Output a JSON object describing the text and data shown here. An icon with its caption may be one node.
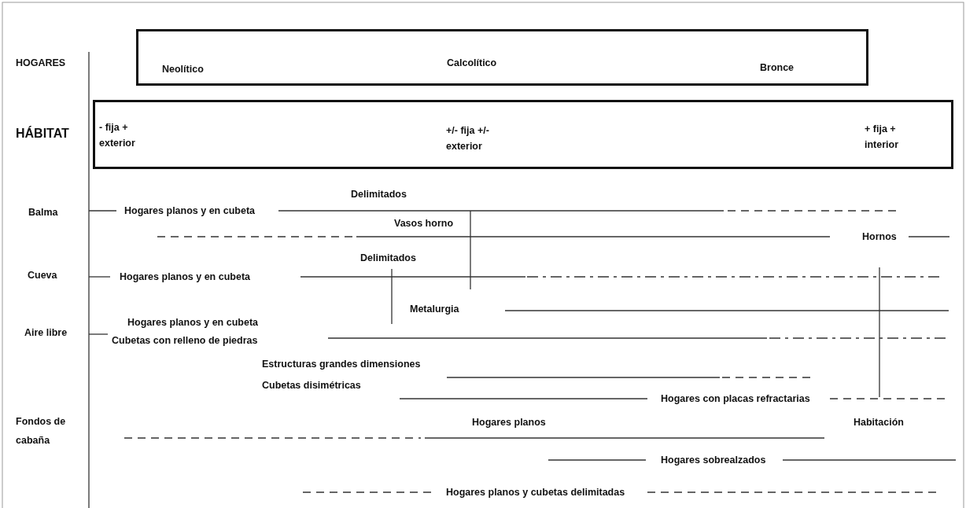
{
  "diagram": {
    "nodes": [
      {
        "text": [
          "Neolítico",
          "Calcolítico",
          "Bronce"
        ]
      },
      {
        "text": [
          "- fija + exterior",
          "+/- fija +/- exterior",
          "+ fija + interior"
        ]
      }
    ],
    "labels": [
      "HOGARES",
      "HÁBITAT",
      "Delimitados",
      "Balma",
      "Hogares planos y en cubeta",
      "Vasos horno",
      "Hornos",
      "Delimitados",
      "Cueva",
      "Hogares planos y en cubeta",
      "Metalurgia",
      "Hogares planos y en cubeta",
      "Aire libre",
      "Cubetas con relleno de piedras",
      "Estructuras grandes dimensiones",
      "Cubetas disimétricas",
      "Hogares con placas refractarias",
      "Fondos de cabaña",
      "Hogares planos",
      "Habitación",
      "Hogares sobrealzados",
      "Hogares planos y cubetas delimitadas"
    ]
  }
}
